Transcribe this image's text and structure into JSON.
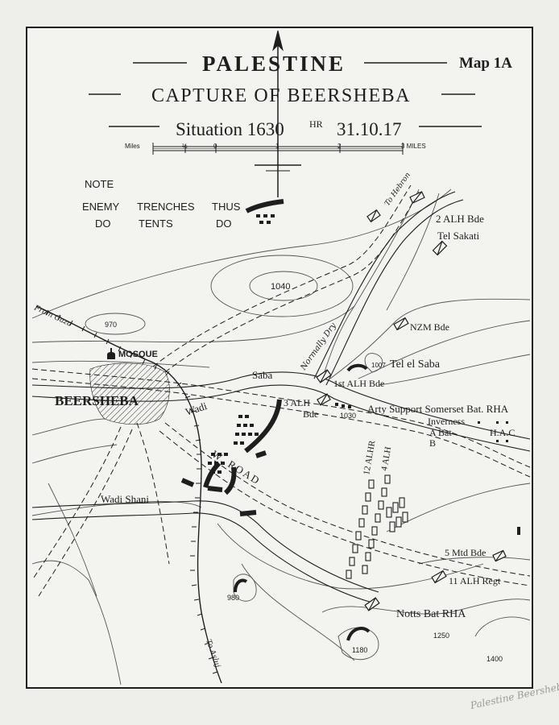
{
  "title": {
    "main": "PALESTINE",
    "map_number": "Map 1A",
    "subtitle": "CAPTURE OF BEERSHEBA",
    "situation": "Situation 1630",
    "situation_hr": "HR",
    "situation_date": "31.10.17"
  },
  "scale": {
    "unit_left": "Miles",
    "tick_half": "½",
    "tick_0": "0",
    "tick_1": "1",
    "tick_2": "2",
    "unit_right": "3 MILES"
  },
  "note": {
    "heading": "NOTE",
    "row1": [
      "ENEMY",
      "TRENCHES",
      "THUS"
    ],
    "row2": [
      "DO",
      "TENTS",
      "DO"
    ]
  },
  "places": {
    "town": "BEERSHEBA",
    "mosque": "MOSQUE",
    "tel_sakati": "Tel Sakati",
    "tel_el_saba": "Tel el Saba",
    "wadi_saba_1": "Wadi",
    "wadi_saba_2": "Saba",
    "wadi_shani": "Wadi Shani",
    "road": "W. ROAD",
    "normally_dry": "Normally Dry",
    "from_gaza": "From Gaza",
    "to_hebron": "To Hebron",
    "to_asluj": "To Asluj"
  },
  "units": {
    "alh2": "2 ALH Bde",
    "nzm": "NZM Bde",
    "alh1": "1st ALH Bde",
    "alh3_a": "3 ALH",
    "alh3_b": "Bde",
    "time_1030": "1030",
    "arty": "Arty Support Somerset Bat. RHA",
    "inverness": "Inverness",
    "a_bat": "A Bat",
    "b_bat": "B",
    "hac": "H.A.C",
    "alhr12": "12 ALHR",
    "alh4": "4 ALH",
    "mtd5": "5 Mtd Bde",
    "alh11": "11 ALH Regt",
    "notts": "Notts Bat RHA"
  },
  "heights": {
    "h1040": "1040",
    "h970": "970",
    "h1007": "1007",
    "h980": "980",
    "h1180": "1180",
    "h1250": "1250",
    "h1400": "1400"
  },
  "margin_note": "Palestine Beersheba",
  "colors": {
    "paper": "#eeeeea",
    "ink": "#1e1e1e",
    "pencil": "#9a9a96"
  }
}
